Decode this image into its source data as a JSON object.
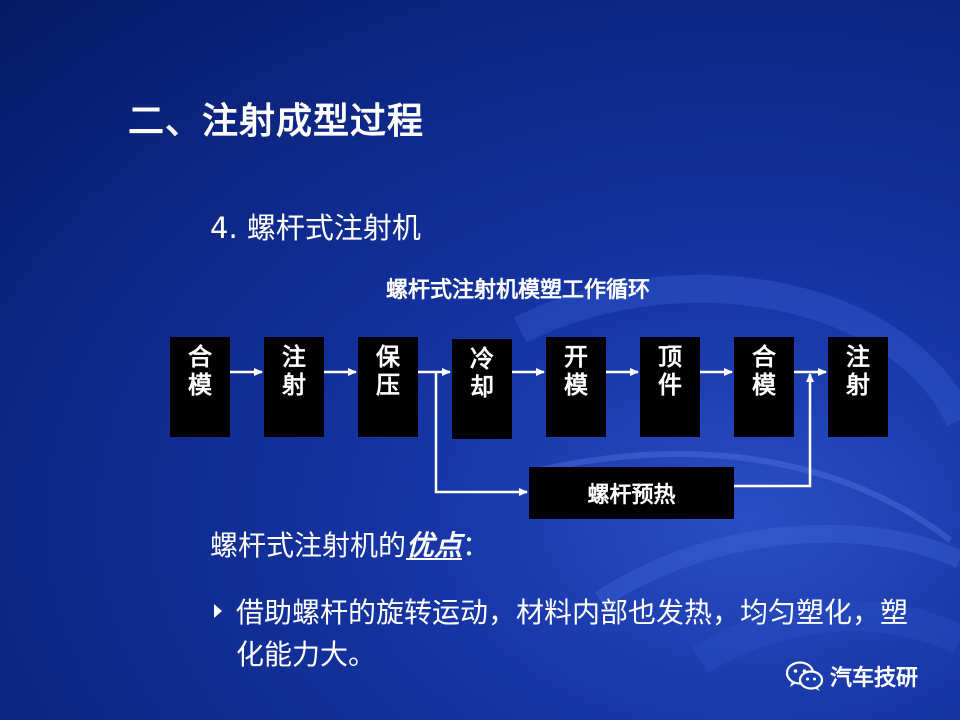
{
  "slide": {
    "title": "二、注射成型过程",
    "subtitle": "4. 螺杆式注射机",
    "diagram": {
      "title": "螺杆式注射机模塑工作循环",
      "steps": [
        {
          "label": "合模"
        },
        {
          "label": "注射"
        },
        {
          "label": "保压"
        },
        {
          "label": "冷却"
        },
        {
          "label": "开模"
        },
        {
          "label": "顶件"
        },
        {
          "label": "合模"
        },
        {
          "label": "注射"
        }
      ],
      "branch_label": "螺杆预热"
    },
    "advantages": {
      "prefix": "螺杆式注射机的",
      "emphasis": "优点",
      "suffix": "："
    },
    "bullets": [
      {
        "text": "借助螺杆的旋转运动，材料内部也发热，均匀塑化，塑化能力大。"
      }
    ],
    "watermark": {
      "text": "汽车技研",
      "icon": "wechat-icon"
    },
    "colors": {
      "background": "#0e2a8c",
      "box": "#000000",
      "text": "#ffffff"
    }
  }
}
